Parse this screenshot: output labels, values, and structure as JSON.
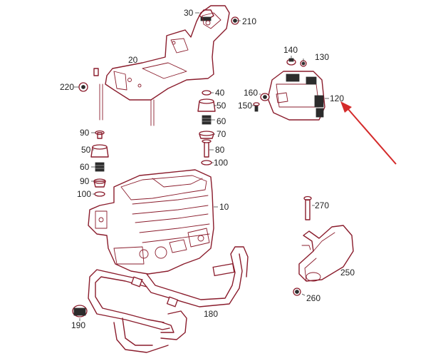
{
  "diagram": {
    "parts": [
      {
        "id": "p10",
        "label": "10"
      },
      {
        "id": "p20",
        "label": "20"
      },
      {
        "id": "p30",
        "label": "30"
      },
      {
        "id": "p40",
        "label": "40"
      },
      {
        "id": "p50a",
        "label": "50"
      },
      {
        "id": "p50b",
        "label": "50"
      },
      {
        "id": "p60a",
        "label": "60"
      },
      {
        "id": "p60b",
        "label": "60"
      },
      {
        "id": "p70",
        "label": "70"
      },
      {
        "id": "p80",
        "label": "80"
      },
      {
        "id": "p90a",
        "label": "90"
      },
      {
        "id": "p90b",
        "label": "90"
      },
      {
        "id": "p100a",
        "label": "100"
      },
      {
        "id": "p100b",
        "label": "100"
      },
      {
        "id": "p120",
        "label": "120"
      },
      {
        "id": "p130",
        "label": "130"
      },
      {
        "id": "p140",
        "label": "140"
      },
      {
        "id": "p150",
        "label": "150"
      },
      {
        "id": "p160",
        "label": "160"
      },
      {
        "id": "p180",
        "label": "180"
      },
      {
        "id": "p190",
        "label": "190"
      },
      {
        "id": "p210",
        "label": "210"
      },
      {
        "id": "p220",
        "label": "220"
      },
      {
        "id": "p250",
        "label": "250"
      },
      {
        "id": "p260",
        "label": "260"
      },
      {
        "id": "p270",
        "label": "270"
      }
    ],
    "highlight_color": "#d42a2a",
    "line_color": "#8a1c2c"
  }
}
